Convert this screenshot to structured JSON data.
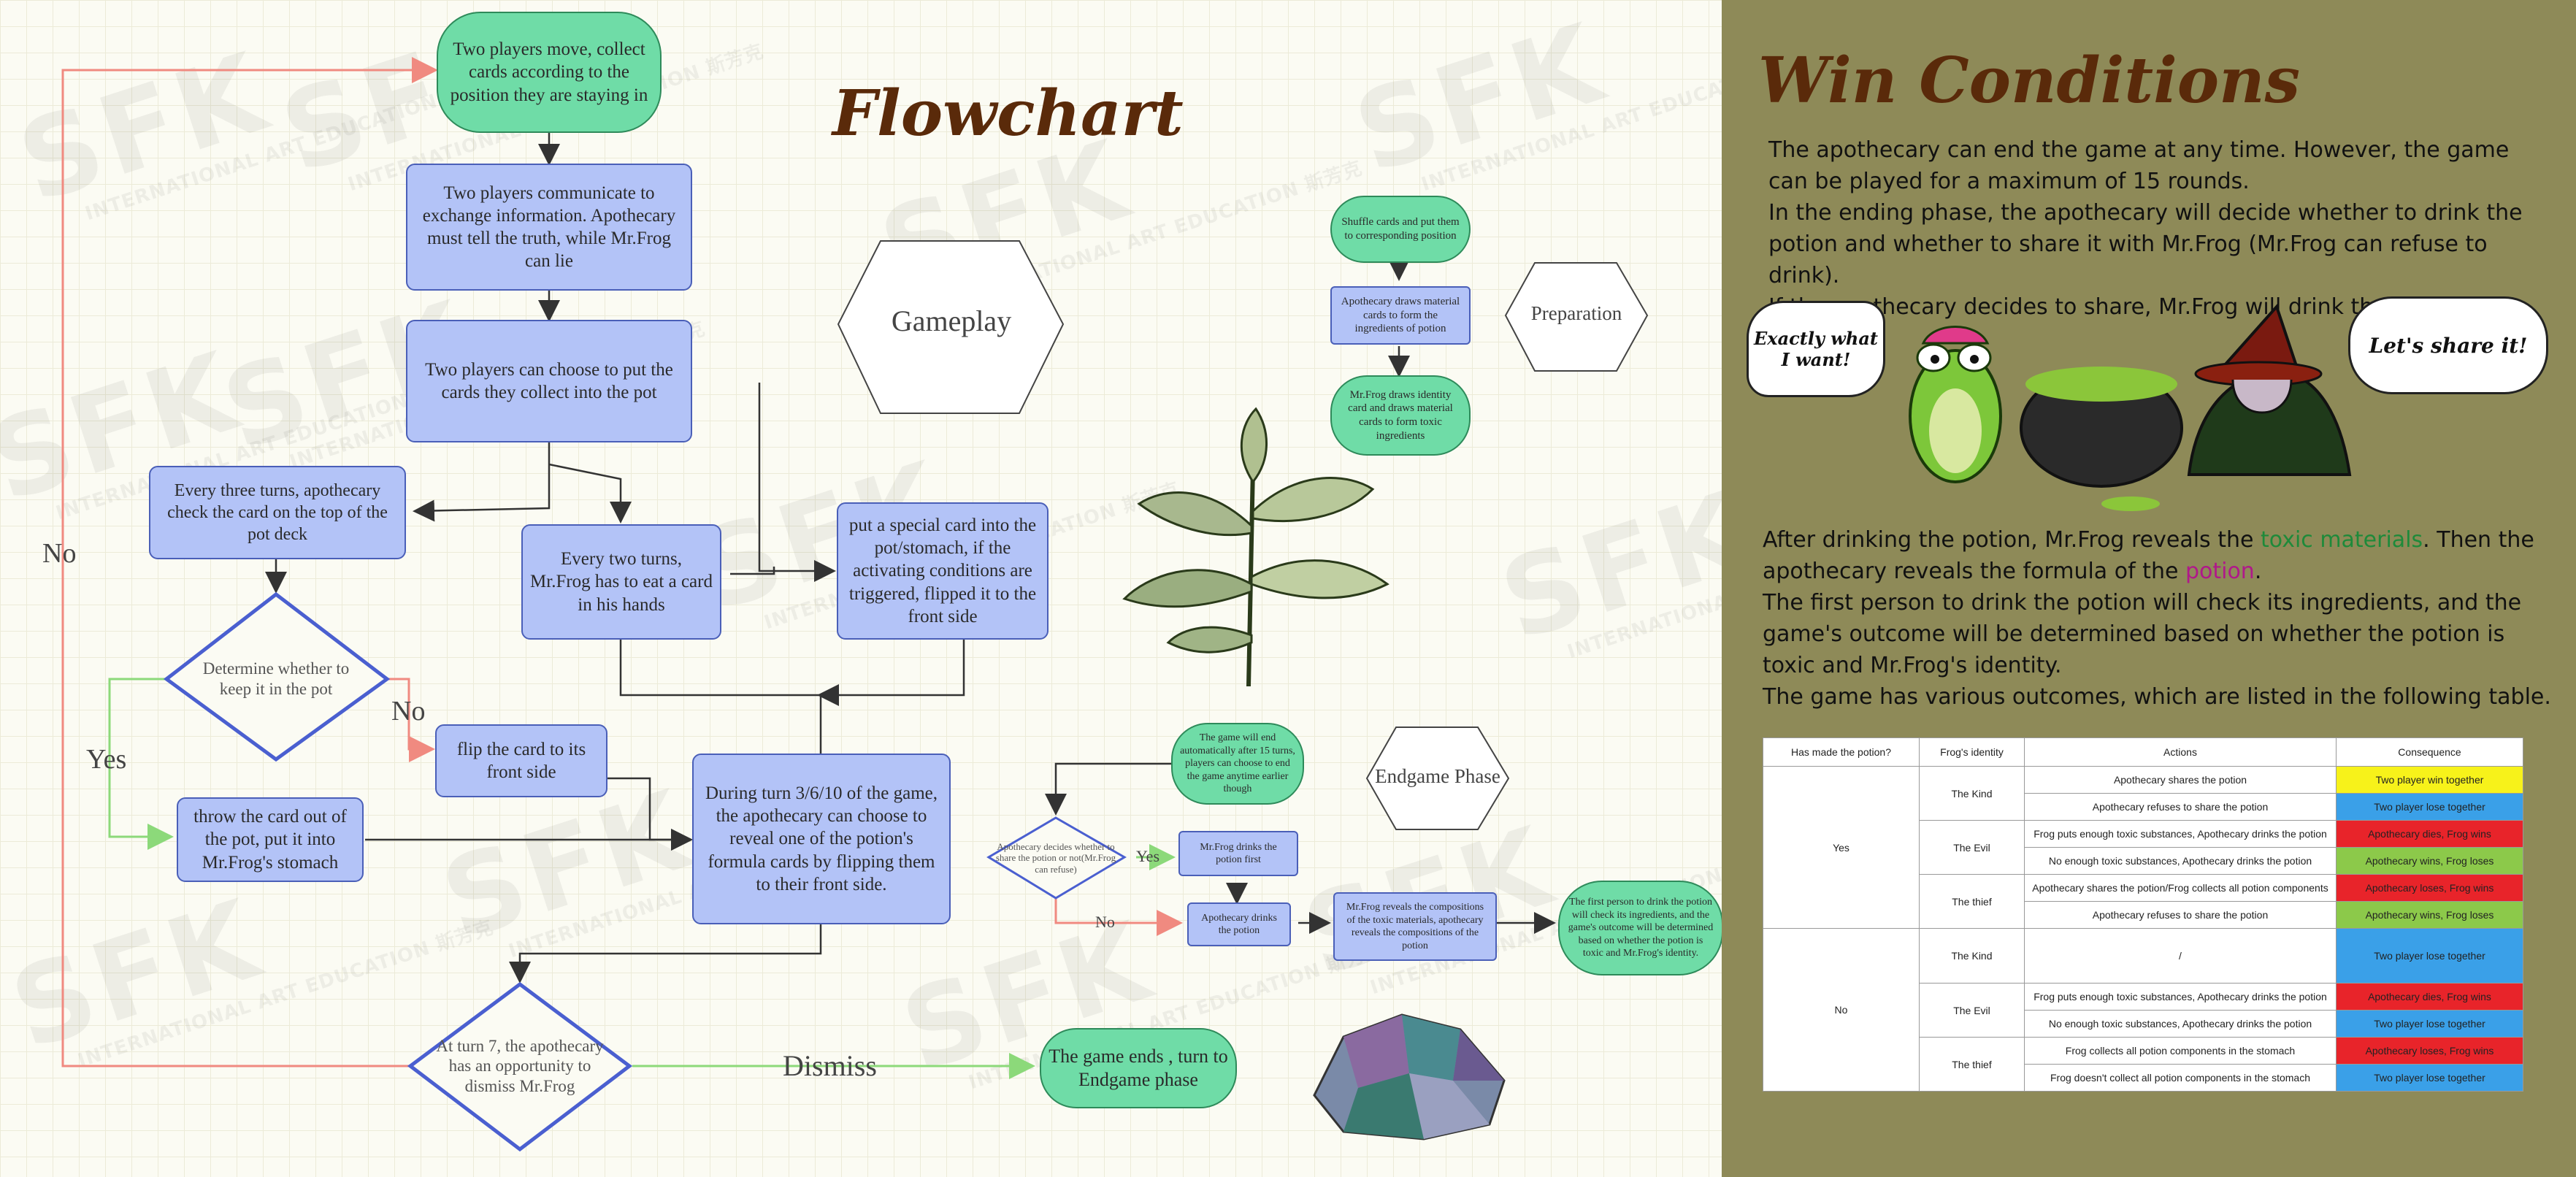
{
  "flowchart": {
    "title": "Flowchart",
    "gameplay_label": "Gameplay",
    "preparation_label": "Preparation",
    "endgame_label": "Endgame Phase",
    "watermark": "SFK",
    "watermark_sub": "INTERNATIONAL ART EDUCATION 斯芳克",
    "nodes": {
      "collect": "Two players move, collect cards according to the position they are staying in",
      "communicate": "Two players communicate to exchange information. Apothecary must tell the truth, while Mr.Frog can lie",
      "choose_put": "Two players can choose to put the cards they collect into the pot",
      "every_three": "Every three turns, apothecary check the card on the top of the pot deck",
      "every_two": "Every two turns, Mr.Frog has to eat a card in his hands",
      "special_card": "put a special card into the pot/stomach, if the activating conditions are triggered, flipped it to the front side",
      "determine": "Determine whether to keep it in the pot",
      "flip": "flip the card to its front side",
      "throw": "throw the card out of the pot, put it into Mr.Frog's stomach",
      "turn_reveal": "During turn 3/6/10 of the game, the apothecary can choose to reveal one of the potion's formula cards by flipping them to their front side.",
      "turn7": "At turn 7, the apothecary has an opportunity to dismiss Mr.Frog",
      "game_ends": "The game ends , turn to Endgame phase",
      "shuffle": "Shuffle cards and put them to corresponding position",
      "draws_material": "Apothecary draws material cards to form the ingredients of potion",
      "frog_draws": "Mr.Frog draws identity card and draws material cards to form toxic ingredients",
      "auto_end": "The game will end automatically after 15 turns, players can choose to end the game anytime earlier though",
      "decide_share": "Apothecary decides whether to share the potion or not(Mr.Frog can refuse)",
      "frog_drinks": "Mr.Frog drinks the potion first",
      "apo_drinks": "Apothecary drinks the potion",
      "frog_reveals": "Mr.Frog reveals the compositions of the toxic materials, apothecary reveals the compositions of the potion",
      "first_person": "The first person to drink the potion will check its ingredients, and the game's outcome will be determined based on whether the potion is toxic and Mr.Frog's identity."
    },
    "edge_labels": {
      "no_left": "No",
      "yes": "Yes",
      "no_flip": "No",
      "dismiss": "Dismiss",
      "end_yes": "Yes",
      "end_no": "No"
    }
  },
  "win": {
    "title": "Win Conditions",
    "para1": [
      "The apothecary can end the game at any time. However, the game can be played for a maximum of 15 rounds.",
      "In the ending phase, the apothecary will decide whether to drink the potion and whether to share it with Mr.Frog (Mr.Frog can refuse to drink).",
      "If the apothecary decides to share, Mr.Frog will drink the potion first."
    ],
    "bubble_left": "Exactly what I want!",
    "bubble_right": "Let's share it!",
    "para2": {
      "a": "After drinking the potion, Mr.Frog reveals the ",
      "toxic": "toxic materials",
      "b": ". Then the apothecary reveals the formula of the ",
      "potion": "potion",
      "c": ".",
      "d": "The first person to drink the potion will check its ingredients, and the game's outcome will be determined based on whether the potion is toxic and Mr.Frog's identity.",
      "e": "The game has various outcomes, which are listed in the following table."
    },
    "colors": {
      "toxic": "#1e8a3a",
      "potion": "#b0188a",
      "yellow": "#f7f21a",
      "blue": "#3aa0e8",
      "red": "#e8242a",
      "green": "#8cc94a"
    },
    "table": {
      "headers": [
        "Has made the potion?",
        "Frog's identity",
        "Actions",
        "Consequence"
      ],
      "yes": "Yes",
      "no": "No",
      "ids": {
        "kind": "The Kind",
        "evil": "The Evil",
        "thief": "The thief"
      },
      "rows": [
        {
          "action": "Apothecary shares the potion",
          "result": "Two player win together",
          "color": "yellow"
        },
        {
          "action": "Apothecary refuses to share the potion",
          "result": "Two player lose together",
          "color": "blue"
        },
        {
          "action": "Frog puts enough toxic substances, Apothecary drinks the potion",
          "result": "Apothecary dies, Frog wins",
          "color": "red"
        },
        {
          "action": "No enough toxic substances, Apothecary drinks the potion",
          "result": "Apothecary wins, Frog loses",
          "color": "green"
        },
        {
          "action": "Apothecary shares the potion/Frog collects all potion components",
          "result": "Apothecary loses, Frog wins",
          "color": "red"
        },
        {
          "action": "Apothecary refuses to share the potion",
          "result": "Apothecary wins, Frog loses",
          "color": "green"
        },
        {
          "action": "/",
          "result": "Two player lose together",
          "color": "blue"
        },
        {
          "action": "Frog puts enough toxic substances, Apothecary drinks the potion",
          "result": "Apothecary dies, Frog wins",
          "color": "red"
        },
        {
          "action": "No enough toxic substances, Apothecary drinks the potion",
          "result": "Two player lose together",
          "color": "blue"
        },
        {
          "action": "Frog collects all potion components in the stomach",
          "result": "Apothecary loses, Frog wins",
          "color": "red"
        },
        {
          "action": "Frog doesn't collect all potion components in the stomach",
          "result": "Two player lose together",
          "color": "blue"
        }
      ]
    }
  }
}
